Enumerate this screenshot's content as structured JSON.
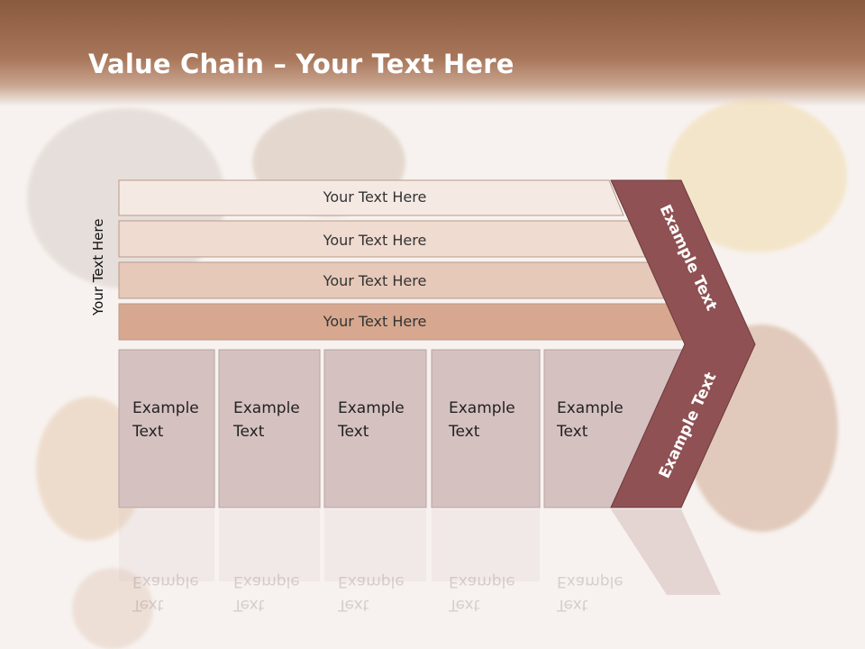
{
  "title": {
    "bold": "Value Chain",
    "rest": " – Your Text Here"
  },
  "side_label": "Your Text Here",
  "bars": [
    "Your Text Here",
    "Your Text Here",
    "Your Text Here",
    "Your Text Here"
  ],
  "boxes": [
    {
      "line1": "Example",
      "line2": "Text"
    },
    {
      "line1": "Example",
      "line2": "Text"
    },
    {
      "line1": "Example",
      "line2": "Text"
    },
    {
      "line1": "Example",
      "line2": "Text"
    },
    {
      "line1": "Example",
      "line2": "Text"
    }
  ],
  "arrow": {
    "top": "Example Text",
    "bottom": "Example Text"
  },
  "colors": {
    "header": "#8a5a3e",
    "bar1": "#f5e9e3",
    "bar2": "#efdbd0",
    "bar3": "#e6c9b9",
    "bar4": "#d7a88f",
    "box": "#d6c1c1",
    "arrow": "#8f5153"
  }
}
